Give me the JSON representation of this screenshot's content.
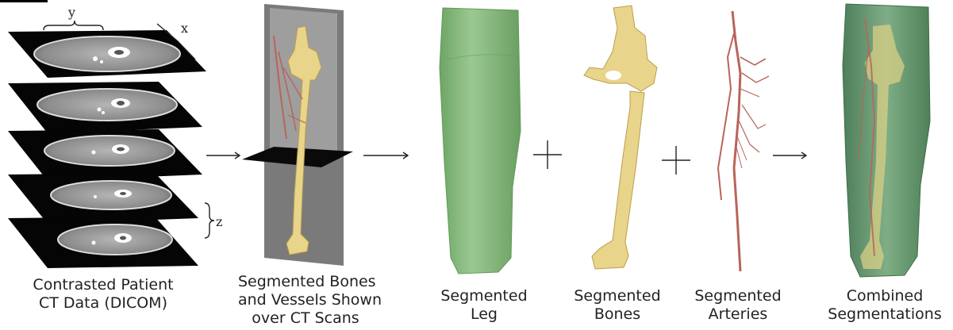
{
  "ct_stack": {
    "axis_labels": {
      "x": "x",
      "y": "y",
      "z": "z"
    },
    "caption": [
      "Contrasted Patient",
      "CT Data (DICOM)"
    ]
  },
  "overlay": {
    "caption": [
      "Segmented Bones",
      "and Vessels Shown",
      "over CT Scans"
    ]
  },
  "leg": {
    "caption": [
      "Segmented",
      "Leg"
    ]
  },
  "bones": {
    "caption": [
      "Segmented",
      "Bones"
    ]
  },
  "arteries": {
    "caption": [
      "Segmented",
      "Arteries"
    ]
  },
  "combined": {
    "caption": [
      "Combined",
      "Segmentations"
    ]
  },
  "colors": {
    "bone": "#e8d48a",
    "bone_shade": "#b99f4a",
    "artery": "#b8645a",
    "leg": "#8fbf84",
    "leg_shade": "#5f9a58",
    "ct_slice": "#050505",
    "ct_tissue": "#9a9a9a"
  }
}
